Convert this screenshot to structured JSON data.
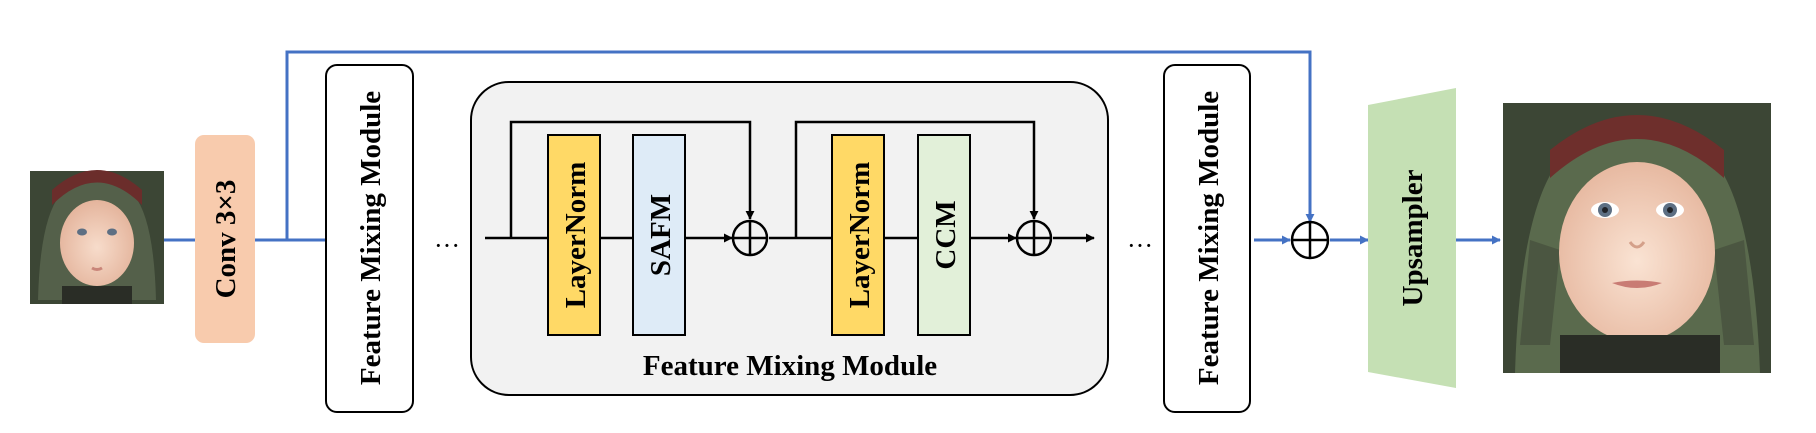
{
  "colors": {
    "line": "#4472C4",
    "black": "#000000",
    "conv_fill": "#F8CBAD",
    "layernorm_fill": "#FFD966",
    "safm_fill": "#DEEBF7",
    "ccm_fill": "#E2F0D9",
    "upsampler_fill": "#C5E0B4",
    "module_panel_fill": "#F2F2F2"
  },
  "blocks": {
    "conv": "Conv 3×3",
    "fmm_left": "Feature Mixing Module",
    "fmm_right": "Feature Mixing Module",
    "layernorm_1": "LayerNorm",
    "safm": "SAFM",
    "layernorm_2": "LayerNorm",
    "ccm": "CCM",
    "upsampler": "Upsampler",
    "fmm_panel_caption": "Feature Mixing Module"
  },
  "ellipsis": "···",
  "symbols": {
    "add": "⊕"
  },
  "images": {
    "input_icon": "baby-face-lowres-image",
    "output_icon": "baby-face-highres-image"
  }
}
